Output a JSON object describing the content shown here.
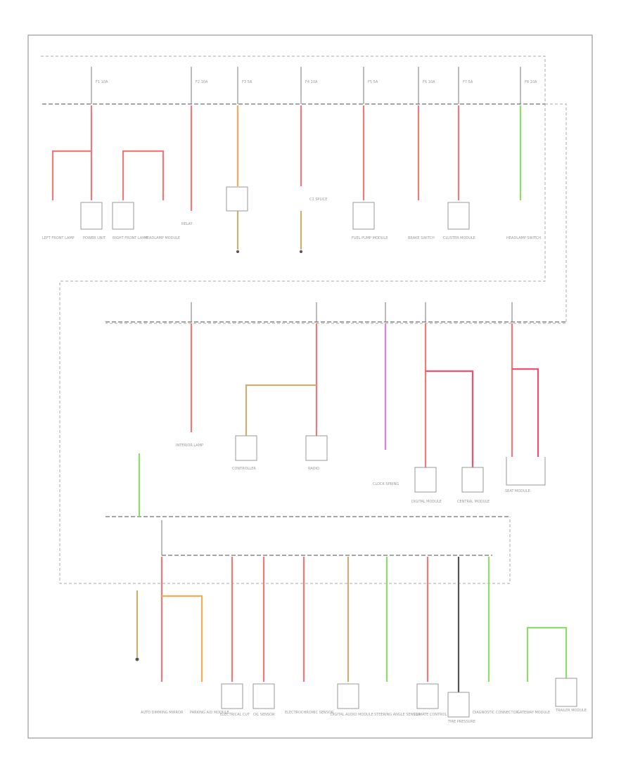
{
  "footer": {
    "code": ""
  },
  "wire_colors": {
    "red": "#f07a7a",
    "pink_red": "#f04f6e",
    "orange": "#f5a95a",
    "tan": "#c8b070",
    "green": "#8edc6a",
    "magenta": "#e27de6",
    "dark": "#555555"
  },
  "labels": [
    {
      "id": "r1-fuse-a",
      "text": "F1 10A"
    },
    {
      "id": "r1-fuse-b",
      "text": "F2 10A"
    },
    {
      "id": "r1-fuse-c",
      "text": "F3 5A"
    },
    {
      "id": "r1-fuse-d",
      "text": "F4 10A"
    },
    {
      "id": "r1-fuse-e",
      "text": "F5 5A"
    },
    {
      "id": "r1-fuse-f",
      "text": "F6 10A"
    },
    {
      "id": "r1-fuse-g",
      "text": "F7 5A"
    },
    {
      "id": "r1-fuse-h",
      "text": "F8 10A"
    },
    {
      "id": "r1-load-a",
      "text": "LEFT FRONT LAMP"
    },
    {
      "id": "r1-load-b",
      "text": "POWER UNIT"
    },
    {
      "id": "r1-load-c",
      "text": "RIGHT FRONT LAMP"
    },
    {
      "id": "r1-load-d",
      "text": "HEADLAMP MODULE"
    },
    {
      "id": "r1-load-e",
      "text": "RELAY"
    },
    {
      "id": "r1-load-f",
      "text": "C1 SPLICE"
    },
    {
      "id": "r1-load-g",
      "text": "FUEL PUMP MODULE"
    },
    {
      "id": "r1-load-h",
      "text": "BRAKE SWITCH"
    },
    {
      "id": "r1-load-i",
      "text": "CLUSTER MODULE"
    },
    {
      "id": "r1-load-j",
      "text": "HEADLAMP SWITCH"
    },
    {
      "id": "r2-load-a",
      "text": "INTERIOR LAMP"
    },
    {
      "id": "r2-load-b",
      "text": "CONTROLLER"
    },
    {
      "id": "r2-load-c",
      "text": "RADIO"
    },
    {
      "id": "r2-load-d",
      "text": "CLOCK SPRING"
    },
    {
      "id": "r2-load-e",
      "text": "DIGITAL MODULE"
    },
    {
      "id": "r2-load-f",
      "text": "CENTRAL MODULE"
    },
    {
      "id": "r2-load-g",
      "text": "SEAT MODULE"
    },
    {
      "id": "r3-load-a",
      "text": "AUTO DIMMING MIRROR"
    },
    {
      "id": "r3-load-b",
      "text": "PARKING AID MODULE"
    },
    {
      "id": "r3-load-c",
      "text": "ELECTRICAL CUT"
    },
    {
      "id": "r3-load-d",
      "text": "OIL SENSOR"
    },
    {
      "id": "r3-load-e",
      "text": "ELECTROCHROMIC SENSOR"
    },
    {
      "id": "r3-load-f",
      "text": "DIGITAL AUDIO MODULE"
    },
    {
      "id": "r3-load-g",
      "text": "STEERING ANGLE SENSOR"
    },
    {
      "id": "r3-load-h",
      "text": "CLIMATE CONTROL"
    },
    {
      "id": "r3-load-i",
      "text": "TIRE PRESSURE"
    },
    {
      "id": "r3-load-j",
      "text": "DIAGNOSTIC CONNECTOR"
    },
    {
      "id": "r3-load-k",
      "text": "GATEWAY MODULE"
    },
    {
      "id": "r3-load-l",
      "text": "TRAILER MODULE"
    }
  ]
}
